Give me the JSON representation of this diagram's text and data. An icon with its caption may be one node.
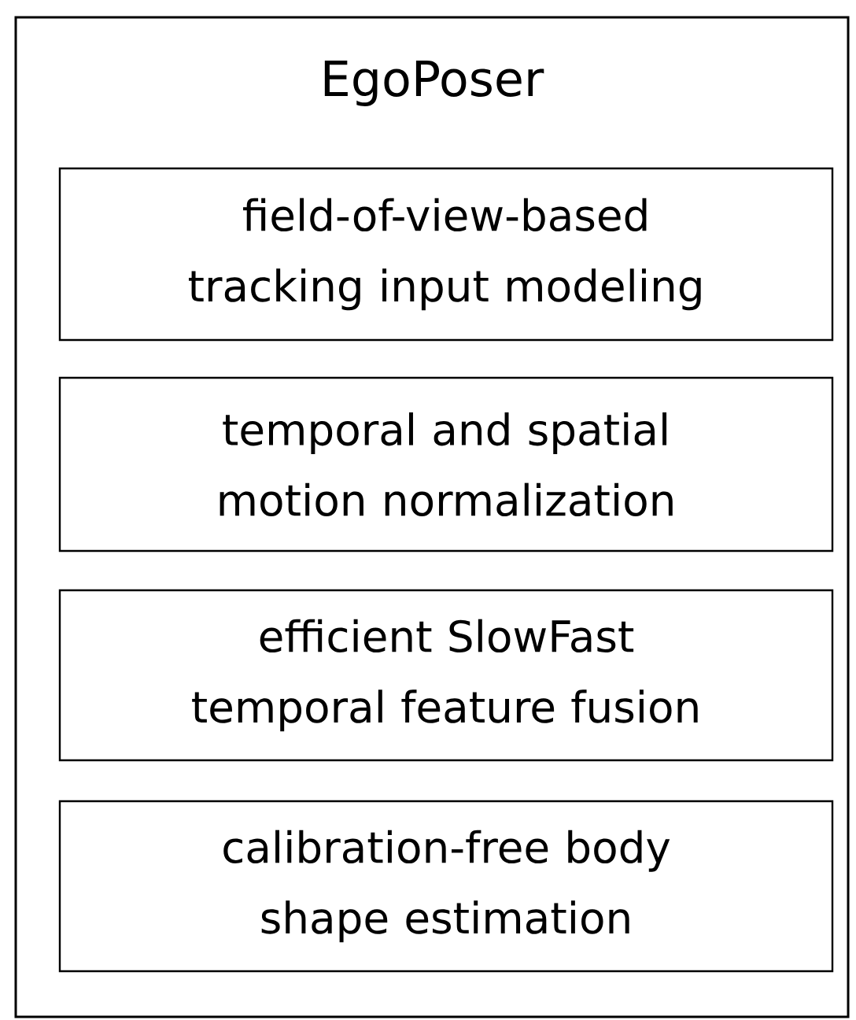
{
  "diagram": {
    "nodes": [
      {
        "text": [
          "EgoPoser"
        ]
      },
      {
        "text": [
          "field-of-view-based tracking input modeling"
        ],
        "in": 0
      },
      {
        "text": [
          "temporal and spatial motion normalization"
        ],
        "in": 0
      },
      {
        "text": [
          "efficient SlowFast temporal feature fusion"
        ],
        "in": 0
      },
      {
        "text": [
          "calibration-free body shape estimation"
        ],
        "in": 0
      }
    ]
  }
}
